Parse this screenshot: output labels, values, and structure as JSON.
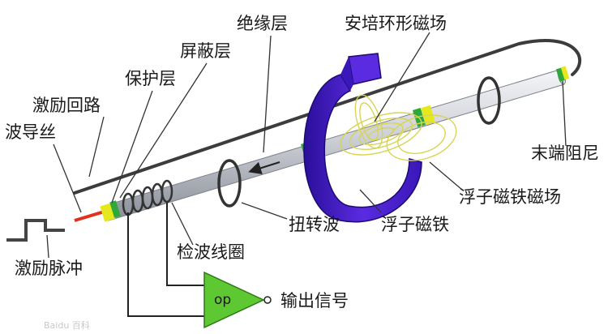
{
  "labels": {
    "insulation_layer": "绝缘层",
    "ampere_ring_field": "安培环形磁场",
    "shield_layer": "屏蔽层",
    "protective_layer": "保护层",
    "excitation_loop": "激励回路",
    "waveguide_wire": "波导丝",
    "end_damper": "末端阻尼",
    "float_magnet_field": "浮子磁铁磁场",
    "torsion_wave": "扭转波",
    "float_magnet": "浮子磁铁",
    "pickup_coil": "检波线圈",
    "excitation_pulse": "激励脉冲",
    "output_signal": "输出信号"
  },
  "amplifier": {
    "label": "op"
  },
  "watermark": "Baidu 百科",
  "colors": {
    "tube": "#c9ccd3",
    "wire": "#e0301e",
    "magnet": "#4b1fd6",
    "field_lines": "#d8d455",
    "amplifier": "#5ec832",
    "shield_green": "#2fa83a",
    "collar_yellow": "#e6e81e"
  }
}
